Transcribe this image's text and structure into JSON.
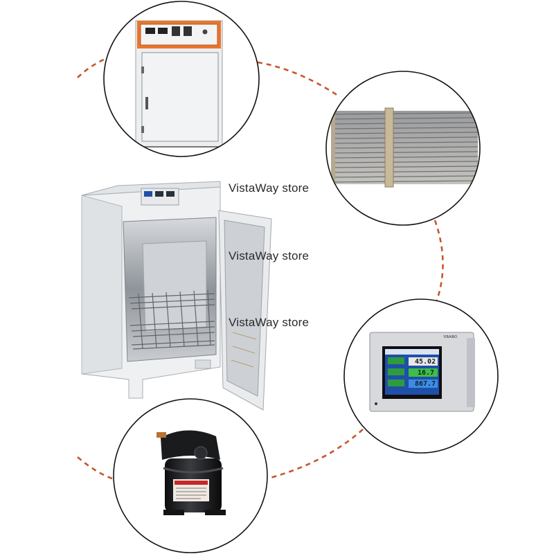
{
  "watermarks": [
    "VistaWay store",
    "VistaWay store",
    "VistaWay store"
  ],
  "controller_display": {
    "values": [
      "45.02",
      "16.7",
      "867.7"
    ],
    "brand": "YIBAIBO"
  },
  "colors": {
    "dashed_ring": "#c8552a",
    "oven_body": "#f2f3f4",
    "panel_orange": "#e8762f",
    "controller_screen": "#1f4fa8"
  },
  "items": [
    {
      "name": "drying-oven-front"
    },
    {
      "name": "finned-heat-exchanger"
    },
    {
      "name": "temperature-controller"
    },
    {
      "name": "refrigeration-compressor"
    },
    {
      "name": "open-oven-main"
    }
  ]
}
